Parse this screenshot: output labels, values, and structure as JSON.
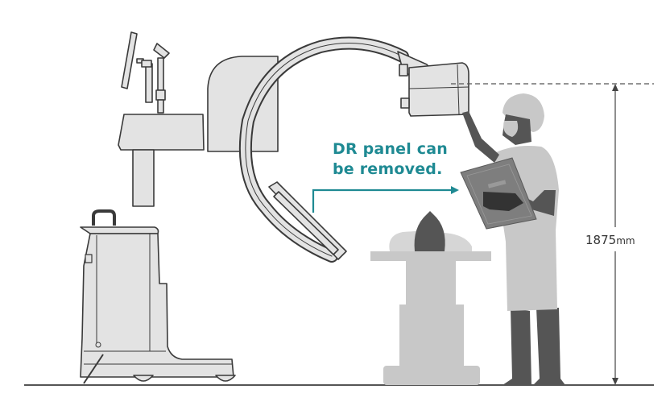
{
  "callout": {
    "line1": "DR panel can",
    "line2": "be removed."
  },
  "dimension": {
    "value": "1875",
    "unit": "mm"
  },
  "colors": {
    "accent": "#1f8a93",
    "device_fill": "#e3e3e3",
    "device_stroke": "#3a3a3a",
    "figure_dark": "#555555",
    "figure_light": "#c8c8c8",
    "floor": "#555555"
  }
}
